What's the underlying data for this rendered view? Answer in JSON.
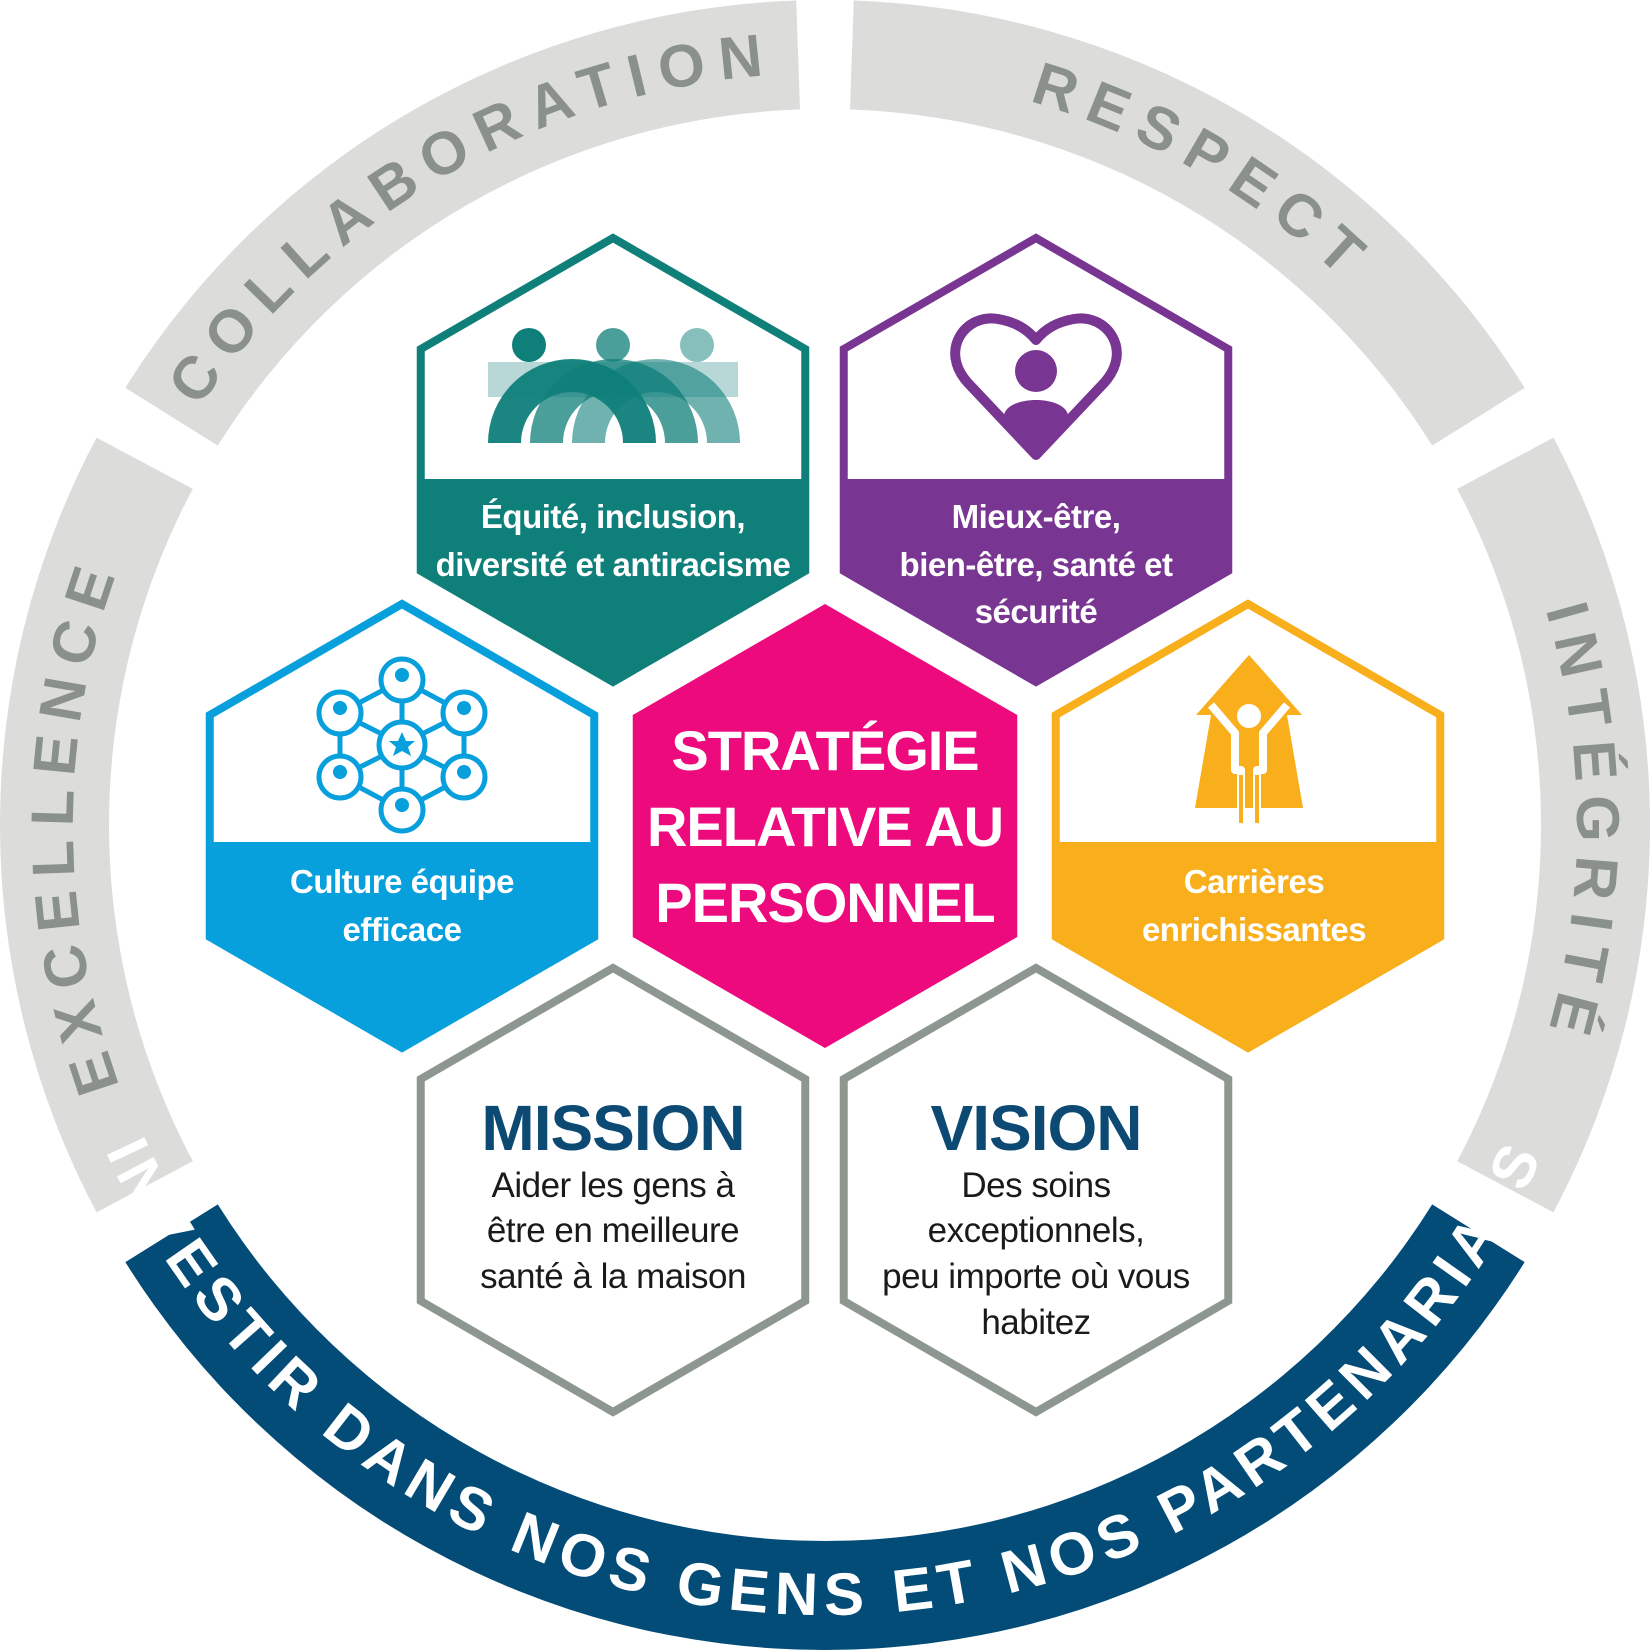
{
  "colors": {
    "ring_gray": "#dcdddb",
    "ring_text": "#8a908b",
    "banner": "#034c78",
    "teal": "#0f7f7a",
    "purple": "#783592",
    "blue": "#079fdc",
    "pink": "#ec0a7c",
    "orange": "#f9ae1b",
    "gray_outline": "#8e978f",
    "navy_text": "#0c4a73"
  },
  "values_ring": {
    "collaboration": "COLLABORATION",
    "respect": "RESPECT",
    "integrity": "INTÉGRITÉ",
    "excellence": "EXCELLENCE",
    "banner": "INVESTIR DANS NOS GENS ET NOS PARTENARIATS"
  },
  "center": {
    "lines": [
      "STRATÉGIE",
      "RELATIVE AU",
      "PERSONNEL"
    ]
  },
  "pillars": {
    "equity": {
      "icon": "people-arches-icon",
      "lines": [
        "Équité, inclusion,",
        "diversité et antiracisme"
      ]
    },
    "wellness": {
      "icon": "heart-person-icon",
      "lines": [
        "Mieux-être,",
        "bien-être, santé et",
        "sécurité"
      ]
    },
    "culture": {
      "icon": "team-network-icon",
      "lines": [
        "Culture équipe",
        "efficace"
      ]
    },
    "careers": {
      "icon": "person-arrow-up-icon",
      "lines": [
        "Carrières",
        "enrichissantes"
      ]
    }
  },
  "mission": {
    "title": "MISSION",
    "lines": [
      "Aider les gens à",
      "être en meilleure",
      "santé à la maison"
    ]
  },
  "vision": {
    "title": "VISION",
    "lines": [
      "Des soins",
      "exceptionnels,",
      "peu importe où vous",
      "habitez"
    ]
  }
}
